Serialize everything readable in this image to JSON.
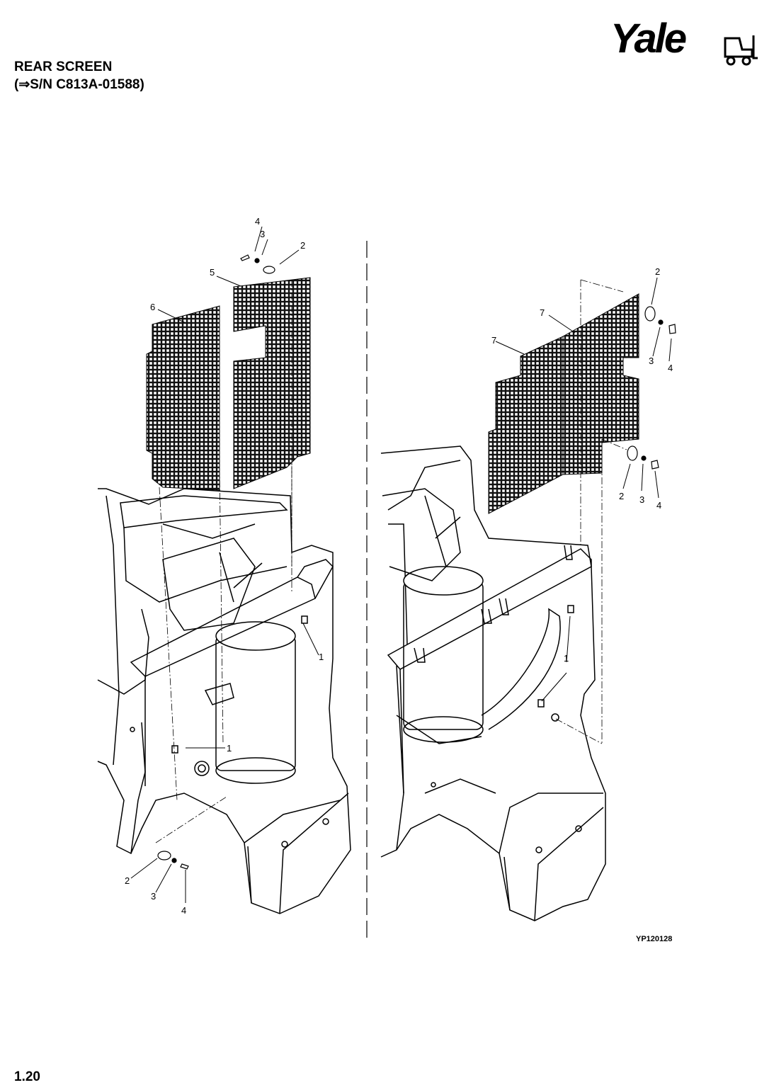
{
  "header": {
    "title_line1": "REAR SCREEN",
    "title_line2": "(⇒S/N C813A-01588)"
  },
  "logo": {
    "text": "Yale",
    "icon": "forklift-icon"
  },
  "callouts": {
    "left": {
      "c4": "4",
      "c3": "3",
      "c2": "2",
      "c5": "5",
      "c6": "6",
      "c1a": "1",
      "c1b": "1",
      "b2": "2",
      "b3": "3",
      "b4": "4"
    },
    "right": {
      "c2": "2",
      "c7a": "7",
      "c7b": "7",
      "c3": "3",
      "c4": "4",
      "m2": "2",
      "m3": "3",
      "m4": "4",
      "c1": "1"
    }
  },
  "figure_code": "YP120128",
  "page_number": "1.20",
  "colors": {
    "line": "#000000",
    "mesh": "#111111",
    "paper": "#ffffff"
  }
}
